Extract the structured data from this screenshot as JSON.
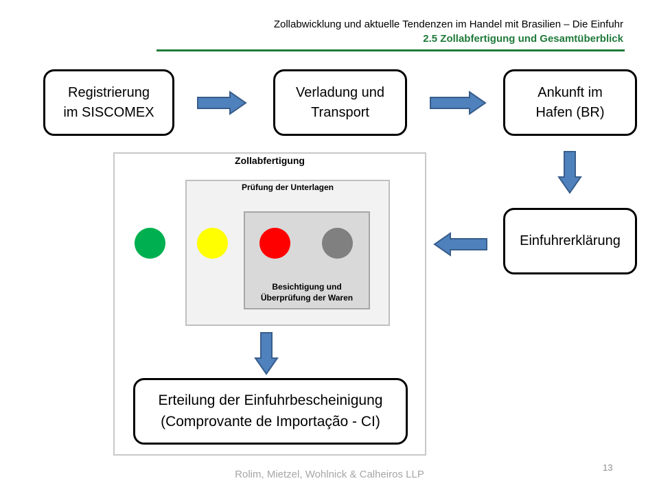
{
  "header": {
    "title": "Zollabwicklung und aktuelle Tendenzen im Handel mit Brasilien – Die Einfuhr",
    "subtitle": "2.5 Zollabfertigung und Gesamtüberblick"
  },
  "steps": {
    "registrierung": "Registrierung\nim SISCOMEX",
    "verladung": "Verladung und\nTransport",
    "ankunft": "Ankunft im\nHafen (BR)",
    "einfuhrerklaerung": "Einfuhrerklärung",
    "erteilung": "Erteilung der Einfuhrbescheinigung\n(Comprovante de Importação - CI)"
  },
  "zollabfertigung": {
    "title": "Zollabfertigung",
    "pruefung_title": "Prüfung der Unterlagen",
    "besichtigung_title": "Besichtigung und\nÜberprüfung der Waren",
    "lights": [
      "green",
      "yellow",
      "red",
      "gray"
    ]
  },
  "colors": {
    "accent_green": "#1f7a3a",
    "arrow_fill": "#4f81bd",
    "arrow_stroke": "#385d8a",
    "light_green": "#00b050",
    "light_yellow": "#ffff00",
    "light_red": "#ff0000",
    "light_gray": "#808080"
  },
  "footer": {
    "company": "Rolim, Mietzel, Wohlnick & Calheiros LLP",
    "page_number": "13"
  }
}
